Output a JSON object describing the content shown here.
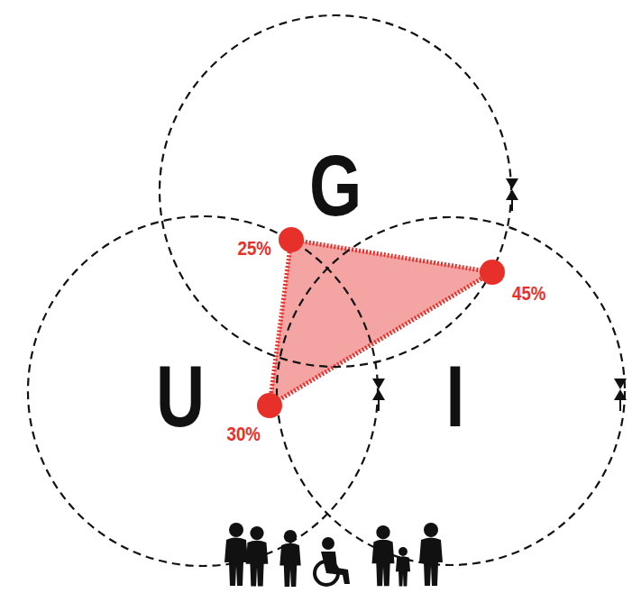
{
  "diagram": {
    "nodes": [
      {
        "text": [
          "G"
        ]
      },
      {
        "text": [
          "U"
        ]
      },
      {
        "text": [
          "I"
        ]
      }
    ],
    "labels": [
      "25%",
      "45%",
      "30%"
    ]
  }
}
